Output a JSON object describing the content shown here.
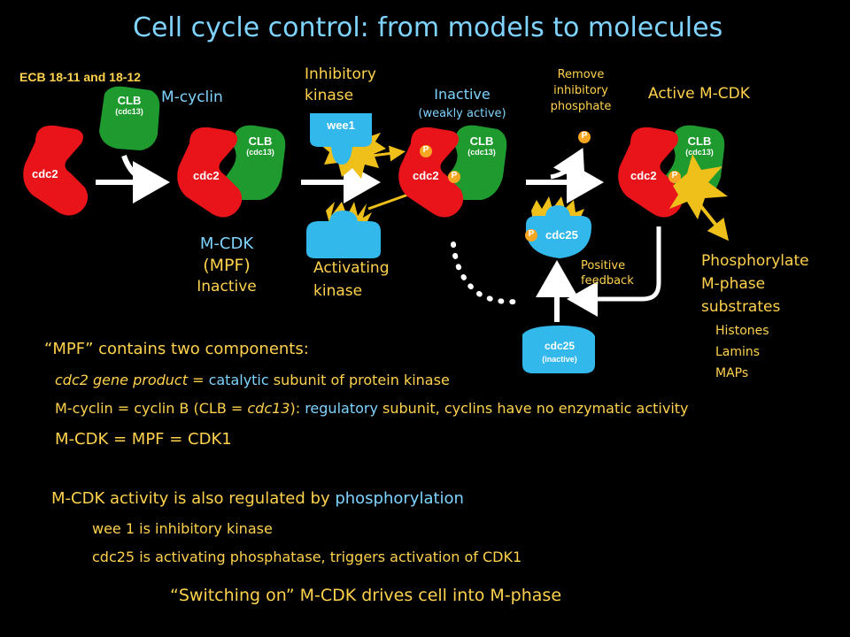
{
  "title": "Cell cycle control: from models to molecules",
  "reference": "ECB 18-11 and 18-12",
  "labels": {
    "cdc2": "cdc2",
    "clb": "CLB",
    "cdc13": "(cdc13)",
    "m_cyclin": "M-cyclin",
    "mcdk_line1": "M-CDK",
    "mcdk_line2": "(MPF)",
    "mcdk_line3": "Inactive",
    "inhib_line1": "Inhibitory",
    "inhib_line2": "kinase",
    "wee1": "wee1",
    "activating_line1": "Activating",
    "activating_line2": "kinase",
    "inactive_line1": "Inactive",
    "inactive_line2": "(weakly active)",
    "remove_line1": "Remove",
    "remove_line2": "inhibitory",
    "remove_line3": "phosphate",
    "active_mcdk": "Active M-CDK",
    "p": "P",
    "cdc25": "cdc25",
    "cdc25_inactive": "(inactive)",
    "positive_line1": "Positive",
    "positive_line2": "feedback",
    "phos_line1": "Phosphorylate",
    "phos_line2": "M-phase",
    "phos_line3": "substrates",
    "sub1": "Histones",
    "sub2": "Lamins",
    "sub3": "MAPs"
  },
  "notes": {
    "mpf_two": "“MPF” contains two components:",
    "cdc2_a": "cdc2 gene product = ",
    "cdc2_b": "catalytic",
    "cdc2_c": " subunit of protein kinase",
    "mcyc_a": "M-cyclin = cyclin B (CLB = ",
    "mcyc_b": "cdc13",
    "mcyc_c": "): ",
    "mcyc_d": "regulatory",
    "mcyc_e": " subunit, cyclins have no enzymatic activity",
    "mcdk_eq": "M-CDK = MPF = CDK1",
    "reg_a": "M-CDK activity is also regulated by ",
    "reg_b": "phosphorylation",
    "wee1_line": "wee 1 is inhibitory kinase",
    "cdc25_line": "cdc25 is activating  phosphatase, triggers activation of CDK1",
    "switch": "“Switching on” M-CDK drives cell into M-phase"
  },
  "colors": {
    "background": "#000000",
    "cdc2": "#e8141a",
    "clb": "#1e9a2e",
    "kinase": "#33b8ec",
    "p_badge": "#f5a623",
    "star": "#f0c01a",
    "text_yellow": "#ffd24d",
    "text_cyan": "#7fd4ff"
  }
}
